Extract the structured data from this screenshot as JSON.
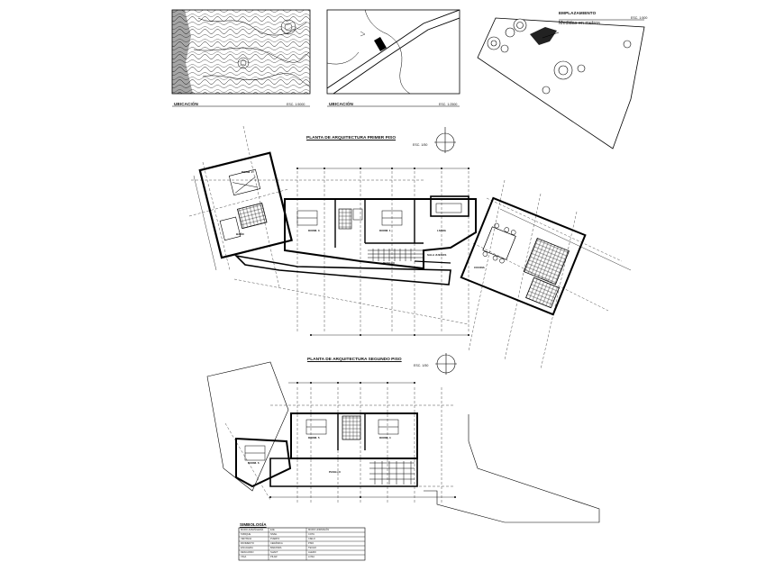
{
  "panels": {
    "location_map": {
      "caption": "UBICACIÓN",
      "scale": "ESC. 1:5000"
    },
    "location_detail": {
      "caption": "UBICACIÓN",
      "scale": "ESC. 1:2500"
    },
    "site_plan": {
      "caption": "EMPLAZAMIENTO",
      "note": "Medidas en metros",
      "scale": "ESC. 1:500"
    }
  },
  "plans": {
    "first_floor": {
      "title": "PLANTA DE ARQUITECTURA PRIMER PISO",
      "scale": "ESC. 1/50",
      "rooms": [
        {
          "name": "DORM. 2"
        },
        {
          "name": "DORM. 3"
        },
        {
          "name": "DORM. 1"
        },
        {
          "name": "BAÑO"
        },
        {
          "name": "PASILLO"
        },
        {
          "name": "SALA JUEGOS"
        },
        {
          "name": "COCINA"
        },
        {
          "name": "LIVING"
        }
      ]
    },
    "second_floor": {
      "title": "PLANTA DE ARQUITECTURA SEGUNDO PISO",
      "scale": "ESC. 1/50",
      "rooms": [
        {
          "name": "DORM. 5"
        },
        {
          "name": "DORM. 4"
        },
        {
          "name": "DORM. 6"
        },
        {
          "name": "PASILLO"
        }
      ]
    }
  },
  "legend": {
    "title": "SIMBOLOGÍA",
    "rows": [
      [
        "MURO ALBAÑILERÍA",
        "EJE",
        "MURO HORMIGÓN"
      ],
      [
        "TABIQUE",
        "NIVEL",
        "COTA"
      ],
      [
        "VENTANA",
        "PUERTA",
        "CIELO"
      ],
      [
        "PAVIMENTO",
        "CERÁMICA",
        "PISO"
      ],
      [
        "ESCALERA",
        "BARANDA",
        "TECHO"
      ],
      [
        "DESCANSO",
        "SHAFT",
        "ALERO"
      ],
      [
        "VIGA",
        "PILAR",
        "LOSA"
      ]
    ]
  }
}
